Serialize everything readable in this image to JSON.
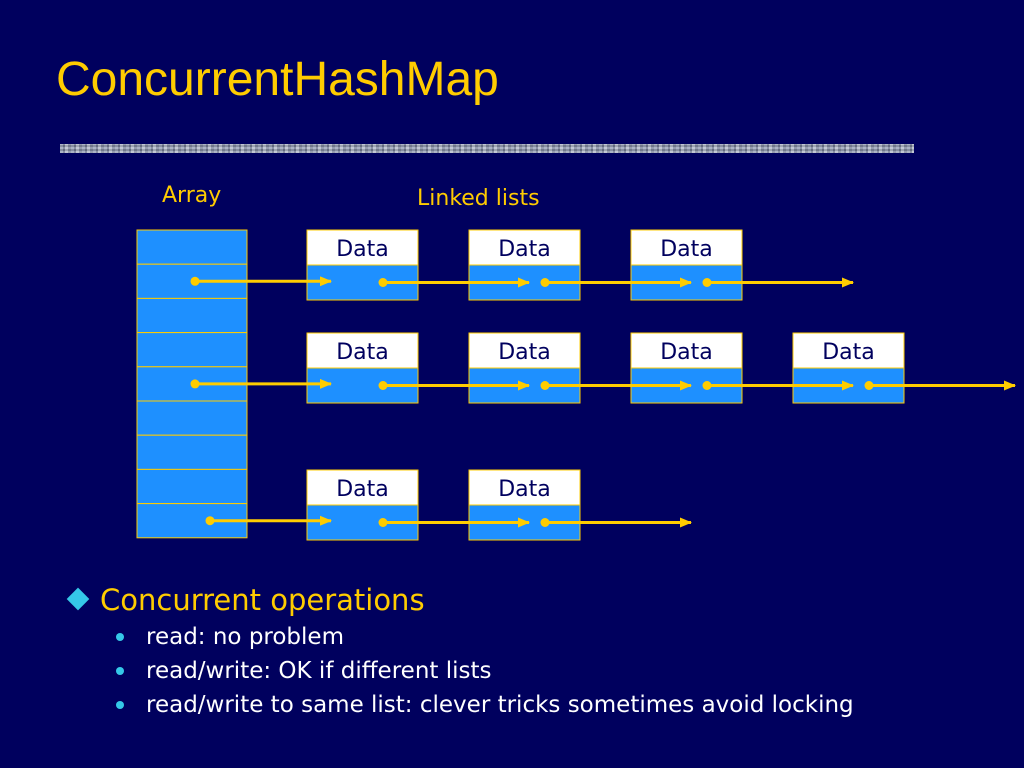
{
  "slide": {
    "title": "ConcurrentHashMap"
  },
  "diagram": {
    "array_label": "Array",
    "lists_label": "Linked lists",
    "array_slots": 9,
    "lists": [
      {
        "from_slot": 2,
        "nodes": [
          "Data",
          "Data",
          "Data"
        ]
      },
      {
        "from_slot": 5,
        "nodes": [
          "Data",
          "Data",
          "Data",
          "Data"
        ]
      },
      {
        "from_slot": 9,
        "nodes": [
          "Data",
          "Data"
        ]
      }
    ]
  },
  "bullets": {
    "main": "Concurrent operations",
    "items": [
      "read: no problem",
      "read/write: OK if different lists",
      "read/write to same list: clever tricks sometimes avoid locking"
    ]
  },
  "colors": {
    "background": "#00005e",
    "accent": "#ffcc00",
    "cell_fill": "#1e90ff",
    "label_fill": "#ffffff",
    "bullet_marker": "#35c8e8"
  },
  "icons": {
    "main_bullet": "diamond-bullet-icon",
    "sub_bullet": "dot-bullet-icon"
  }
}
